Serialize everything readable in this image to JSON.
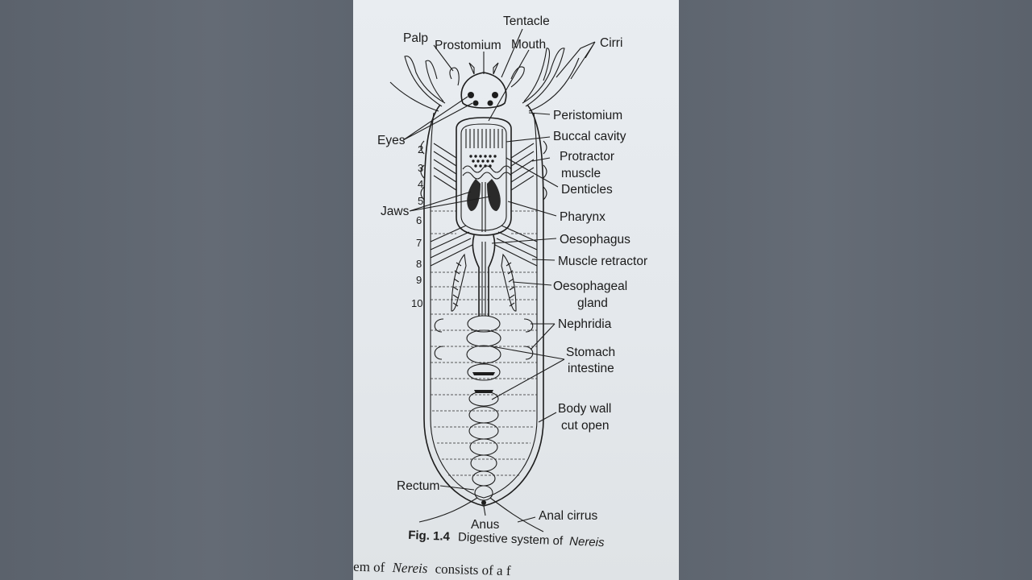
{
  "figure": {
    "number": "Fig. 1.4",
    "caption": "Digestive system of",
    "caption_italic": "Nereis",
    "footer_text_start": "em of",
    "footer_text_italic": "Nereis",
    "footer_text_end": "consists of a f"
  },
  "labels": {
    "palp": "Palp",
    "prostomium": "Prostomium",
    "tentacle": "Tentacle",
    "mouth": "Mouth",
    "cirri": "Cirri",
    "peristomium": "Peristomium",
    "eyes": "Eyes",
    "buccal_cavity": "Buccal cavity",
    "protractor_1": "Protractor",
    "protractor_2": "muscle",
    "denticles": "Denticles",
    "jaws": "Jaws",
    "pharynx": "Pharynx",
    "oesophagus": "Oesophagus",
    "muscle_retractor": "Muscle retractor",
    "oesophageal_1": "Oesophageal",
    "oesophageal_2": "gland",
    "nephridia": "Nephridia",
    "stomach_1": "Stomach",
    "stomach_2": "intestine",
    "body_wall_1": "Body wall",
    "body_wall_2": "cut open",
    "rectum": "Rectum",
    "anus": "Anus",
    "anal_cirrus": "Anal cirrus"
  },
  "segment_numbers": [
    "2",
    "3",
    "4",
    "5",
    "6",
    "7",
    "8",
    "9",
    "10"
  ]
}
